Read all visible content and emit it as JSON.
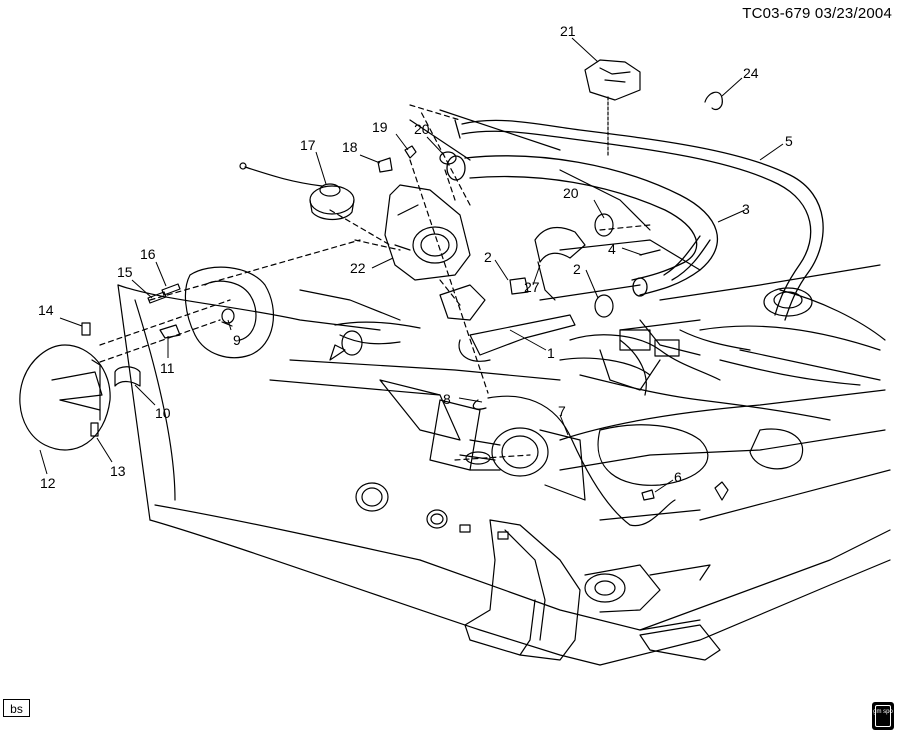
{
  "header": {
    "reference_code": "TC03-679  03/23/2004"
  },
  "footer": {
    "left_badge": "bs",
    "logo_text": "gm spo"
  },
  "callouts": [
    {
      "id": "c1",
      "label": "1"
    },
    {
      "id": "c2a",
      "label": "2"
    },
    {
      "id": "c2b",
      "label": "2"
    },
    {
      "id": "c3",
      "label": "3"
    },
    {
      "id": "c4",
      "label": "4"
    },
    {
      "id": "c5",
      "label": "5"
    },
    {
      "id": "c6",
      "label": "6"
    },
    {
      "id": "c7",
      "label": "7"
    },
    {
      "id": "c8",
      "label": "8"
    },
    {
      "id": "c9",
      "label": "9"
    },
    {
      "id": "c10",
      "label": "10"
    },
    {
      "id": "c11",
      "label": "11"
    },
    {
      "id": "c12",
      "label": "12"
    },
    {
      "id": "c13",
      "label": "13"
    },
    {
      "id": "c14",
      "label": "14"
    },
    {
      "id": "c15",
      "label": "15"
    },
    {
      "id": "c16",
      "label": "16"
    },
    {
      "id": "c17",
      "label": "17"
    },
    {
      "id": "c18",
      "label": "18"
    },
    {
      "id": "c19",
      "label": "19"
    },
    {
      "id": "c20a",
      "label": "20"
    },
    {
      "id": "c20b",
      "label": "20"
    },
    {
      "id": "c21",
      "label": "21"
    },
    {
      "id": "c22",
      "label": "22"
    },
    {
      "id": "c24",
      "label": "24"
    },
    {
      "id": "c27",
      "label": "27"
    }
  ]
}
